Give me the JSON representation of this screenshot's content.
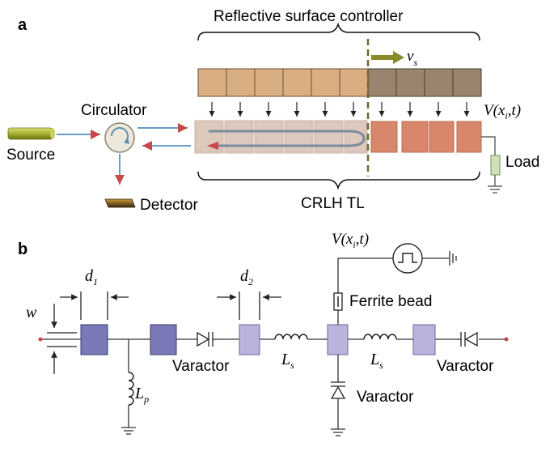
{
  "panel_a": {
    "label": "a",
    "controller_title": "Reflective surface controller",
    "velocity_symbol": "v",
    "velocity_subscript": "s",
    "voltage_main": "V(x",
    "voltage_sub": "i",
    "voltage_end": ",t)",
    "circulator": "Circulator",
    "source": "Source",
    "detector": "Detector",
    "load": "Load",
    "tl_label": "CRLH TL"
  },
  "panel_b": {
    "label": "b",
    "d1_main": "d",
    "d1_sub": "1",
    "d2_main": "d",
    "d2_sub": "2",
    "w": "w",
    "voltage_main": "V(x",
    "voltage_sub": "i",
    "voltage_end": ",t)",
    "ferrite": "Ferrite bead",
    "varactor_1": "Varactor",
    "varactor_2": "Varactor",
    "varactor_3": "Varactor",
    "ls_1_main": "L",
    "ls_1_sub": "s",
    "ls_2_main": "L",
    "ls_2_sub": "s",
    "lp_main": "L",
    "lp_sub": "p"
  },
  "colors": {
    "controller_light": "#d8ae82",
    "controller_dark": "#9a8470",
    "tl_light": "#dcc8bd",
    "tl_dark": "#d9876a",
    "cell_blue": "#7b78b8",
    "cell_lilac": "#b8b4dc",
    "arrow_red": "#c84848",
    "arrow_olive": "#8a8a2a",
    "dashed_line": "#6b6b2a"
  }
}
